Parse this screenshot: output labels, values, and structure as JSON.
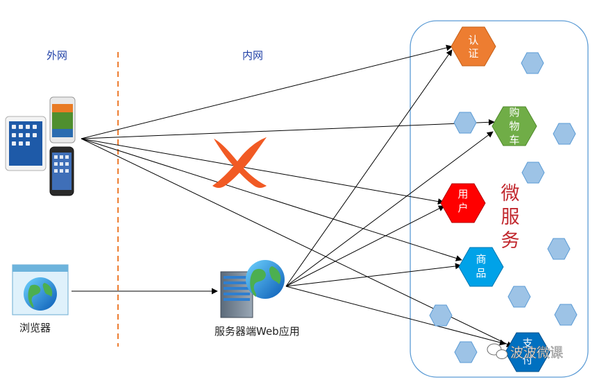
{
  "zones": {
    "outer": "外网",
    "inner": "内网"
  },
  "clients": {
    "browser_label": "浏览器",
    "server_label": "服务器端Web应用"
  },
  "microservices": {
    "title": [
      "微",
      "服",
      "务"
    ],
    "nodes": {
      "auth": {
        "label": [
          "认",
          "证"
        ],
        "color": "#ed7d31"
      },
      "cart": {
        "label": [
          "购",
          "物",
          "车"
        ],
        "color": "#70ad47"
      },
      "user": {
        "label": [
          "用",
          "户"
        ],
        "color": "#ff0000"
      },
      "product": {
        "label": [
          "商",
          "品"
        ],
        "color": "#00a2e8"
      },
      "payment": {
        "label": [
          "支",
          "付"
        ],
        "color": "#0070c0"
      }
    },
    "filler_color": "#9dc3e6"
  },
  "watermark": "波波微课",
  "colors": {
    "divider": "#ed7d31",
    "cross": "#f15a24",
    "container_border": "#5b9bd5",
    "arrow": "#000000"
  }
}
